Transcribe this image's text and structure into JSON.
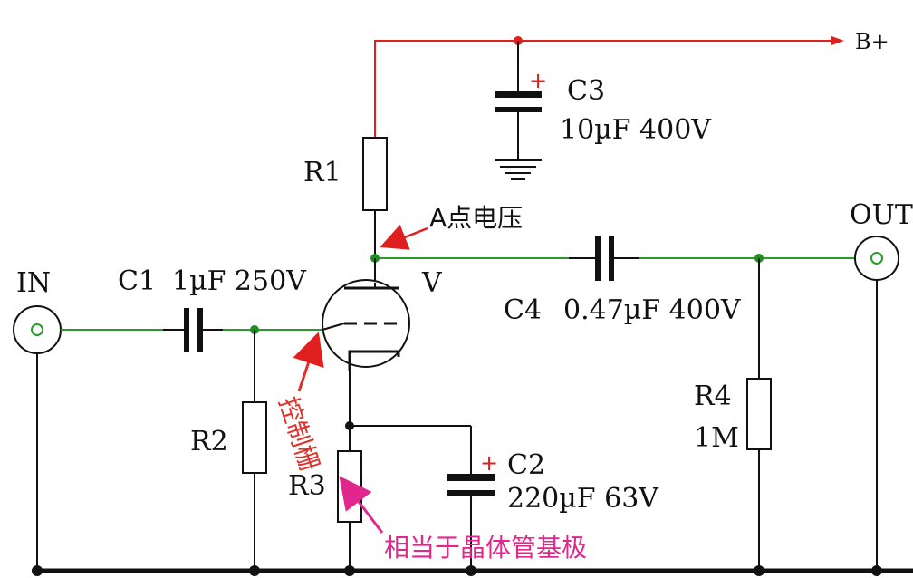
{
  "labels": {
    "b_plus": "B+",
    "c3_name": "C3",
    "c3_value": "10µF 400V",
    "r1": "R1",
    "a_point": "A点电压",
    "out": "OUT",
    "in": "IN",
    "c1_name": "C1",
    "c1_value": "1µF 250V",
    "tube": "V",
    "c4_name": "C4",
    "c4_value": "0.47µF  400V",
    "r4_name": "R4",
    "r4_value": "1M",
    "r2": "R2",
    "r3": "R3",
    "c2_name": "C2",
    "c2_value": "220µF 63V",
    "control_grid": "控制栅",
    "equivalent_base": "相当于晶体管基极",
    "capacitor_plus": "+"
  },
  "colors": {
    "wire_green": "#2b9a2b",
    "wire_red": "#e0201f",
    "wire_black": "#111111",
    "node_green": "#1f8f1f",
    "node_red": "#e0201f",
    "annotation_red": "#e0302a",
    "annotation_magenta": "#e0288c"
  }
}
